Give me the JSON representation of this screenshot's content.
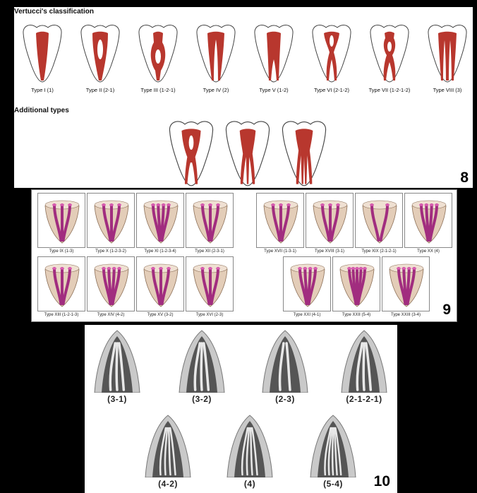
{
  "figure8": {
    "title": "Vertucci's classification",
    "subtitle": "Additional types",
    "number": "8",
    "types": [
      "Type I (1)",
      "Type II (2-1)",
      "Type III (1-2-1)",
      "Type IV (2)",
      "Type V (1-2)",
      "Type VI (2-1-2)",
      "Type VII (1-2-1-2)",
      "Type VIII (3)"
    ],
    "additional_icons": [
      "tooth-two-canal-icon",
      "tooth-three-canal-icon",
      "tooth-four-canal-icon"
    ]
  },
  "figure9": {
    "number": "9",
    "left_grid": [
      "Type IX (1-3)",
      "Type X (1-2-3-2)",
      "Type XI (1-2-3-4)",
      "Type XII (2-3-1)",
      "Type XIII (1-2-1-3)",
      "Type XIV (4-2)",
      "Type XV (3-2)",
      "Type XVI (2-3)"
    ],
    "right_grid": [
      "Type XVII (1-3-1)",
      "Type XVIII (3-1)",
      "Type XIX (2-1-2-1)",
      "Type XX (4)",
      "Type XXI (4-1)",
      "Type XXII (5-4)",
      "Type XXIII (3-4)"
    ]
  },
  "figure10": {
    "number": "10",
    "labels": [
      "(3-1)",
      "(3-2)",
      "(2-3)",
      "(2-1-2-1)",
      "(4-2)",
      "(4)",
      "(5-4)"
    ]
  },
  "colors": {
    "canal_red": "#b8372e",
    "canal_magenta": "#a12d7f",
    "tooth_beige": "#e3cdb8",
    "xray_dark": "#555555"
  }
}
